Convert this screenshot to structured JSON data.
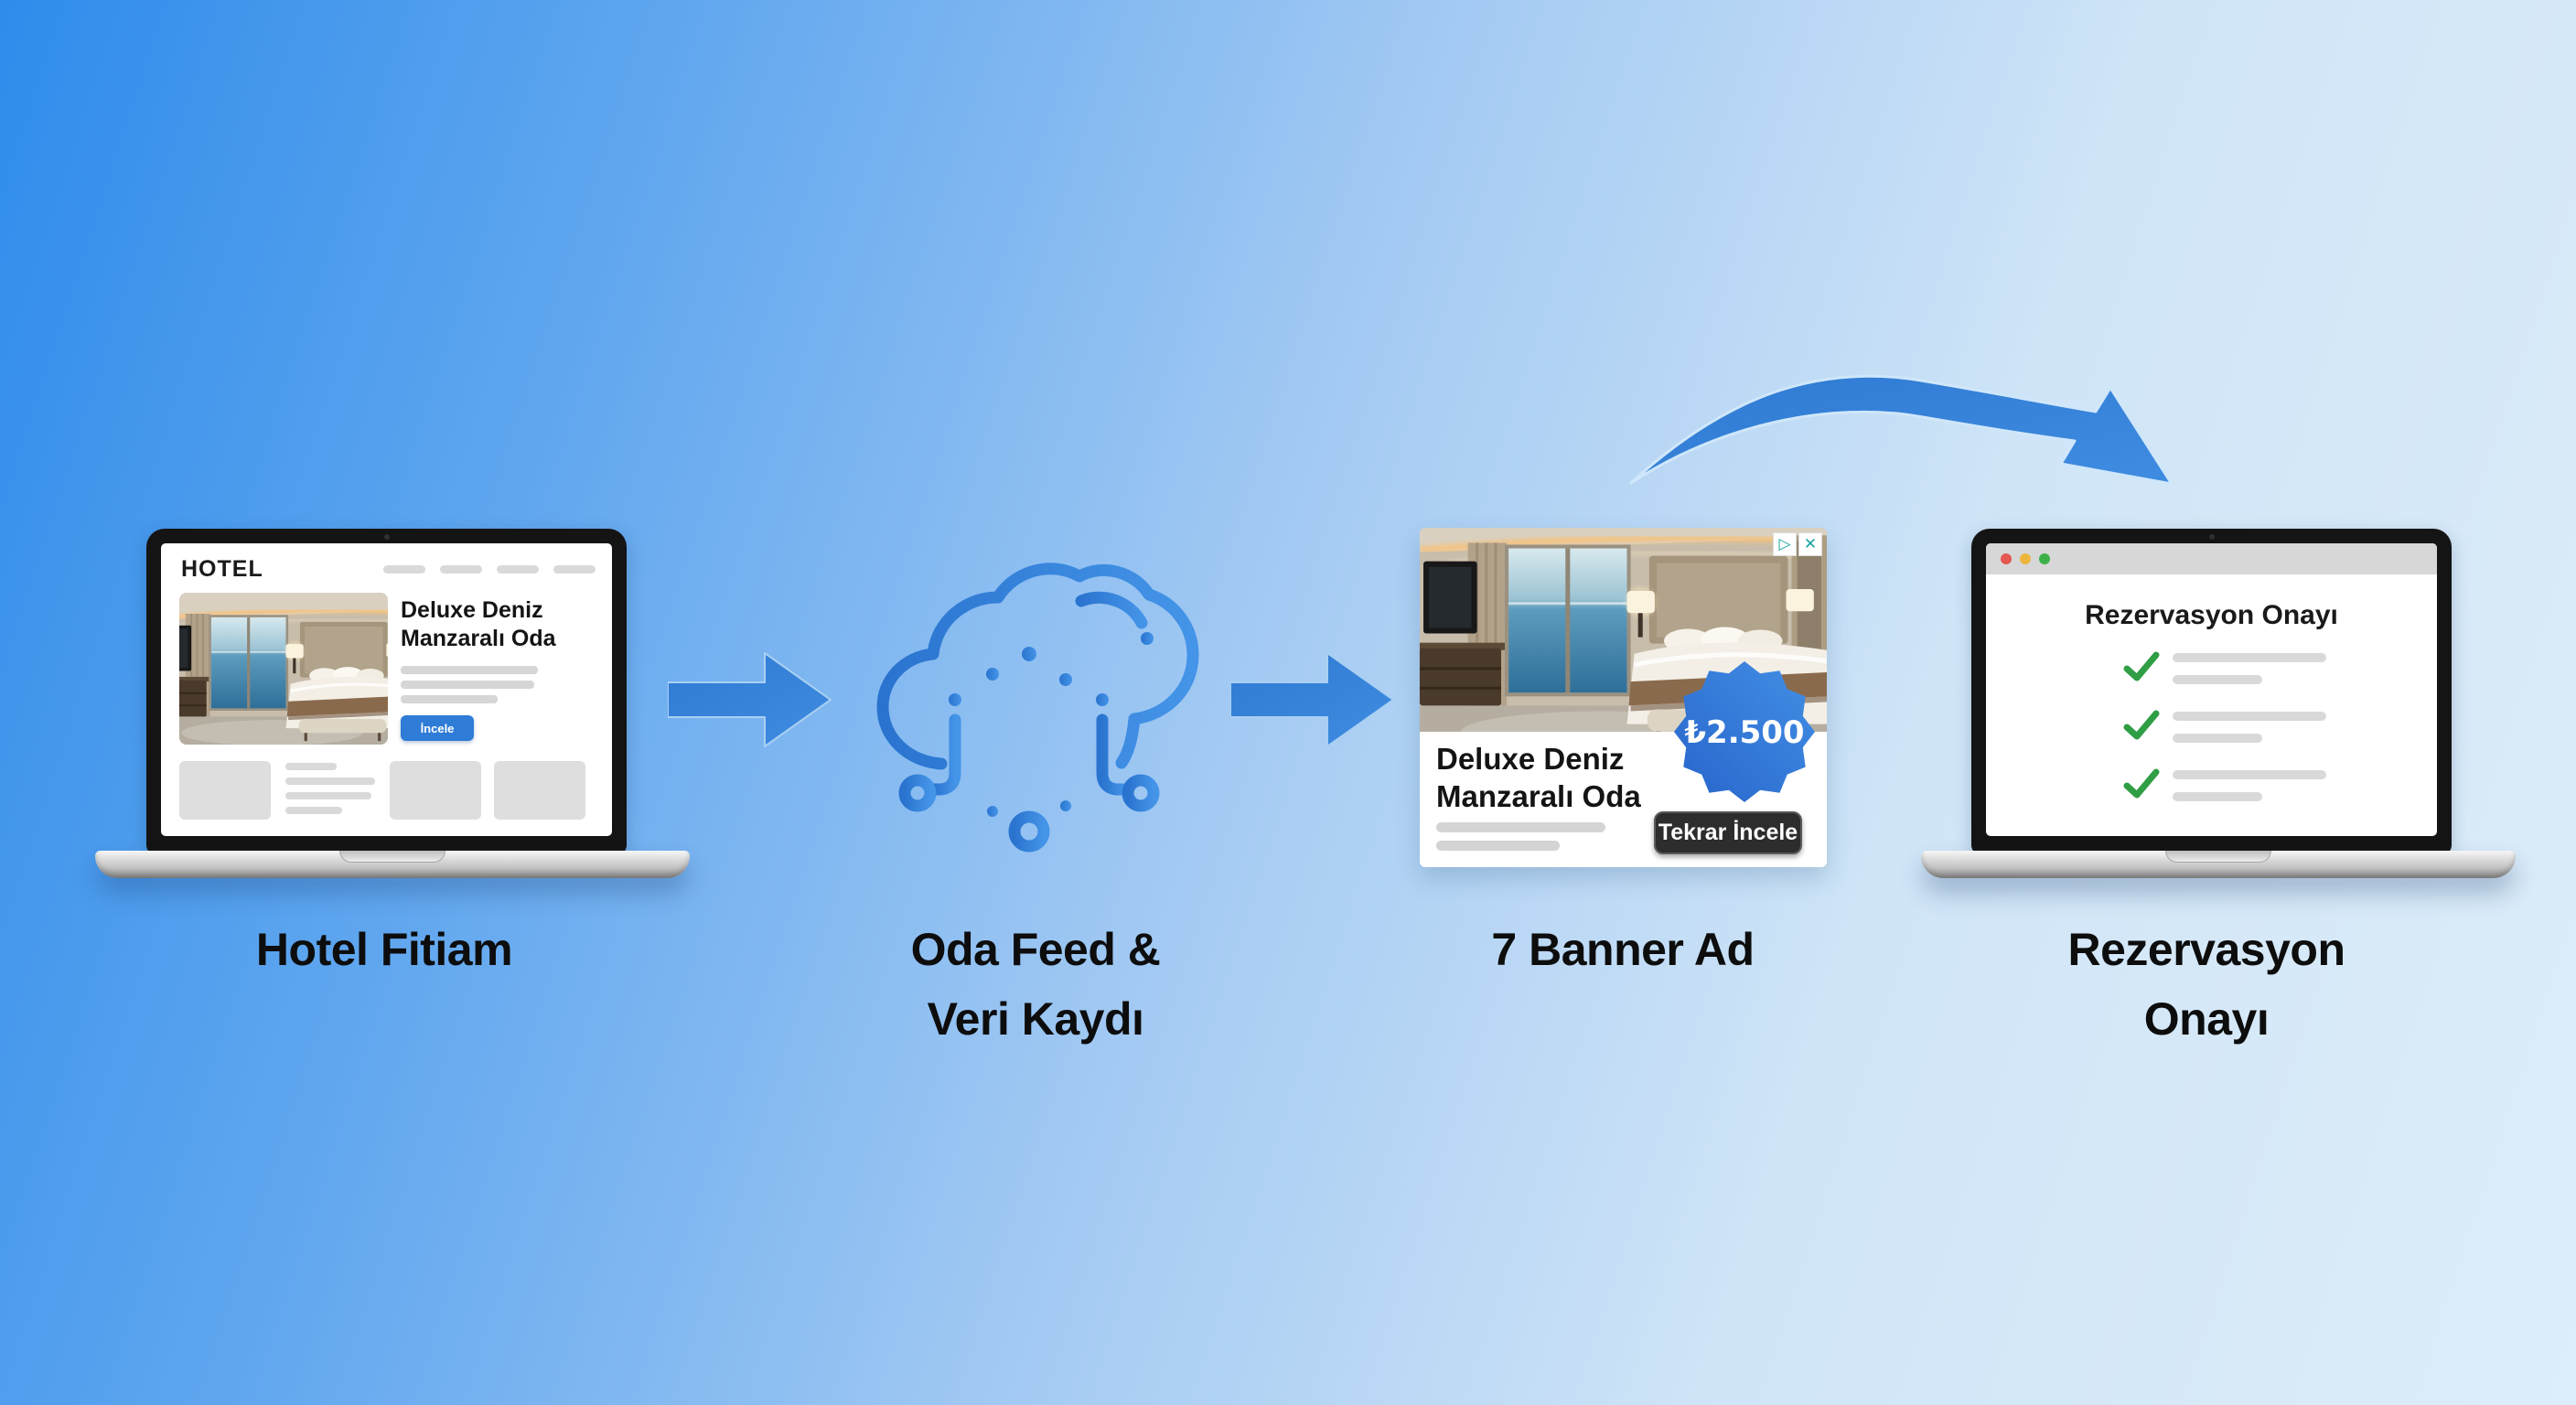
{
  "colors": {
    "accent_blue": "#2f7ed8",
    "badge_blue": "#2e6fd2",
    "cta_blue": "#2e7cd6",
    "cta_dark": "#2d2d2d",
    "success_green": "#2f9e44",
    "background_start": "#2f8ceb",
    "background_end": "#ddedf9"
  },
  "stages": {
    "hotel_site": {
      "label": "Hotel Fitiam",
      "logo": "HOTEL",
      "room_title_line1": "Deluxe Deniz",
      "room_title_line2": "Manzaralı Oda",
      "cta": "İncele"
    },
    "feed": {
      "label_line1": "Oda Feed &",
      "label_line2": "Veri Kaydı",
      "icon": "cloud-data-icon"
    },
    "banner": {
      "label": "7 Banner Ad",
      "price": "₺2.500",
      "title_line1": "Deluxe Deniz",
      "title_line2": "Manzaralı Oda",
      "cta": "Tekrar İncele",
      "adchoices_glyph": "▷",
      "close_glyph": "✕"
    },
    "confirmation": {
      "label_line1": "Rezervasyon",
      "label_line2": "Onayı",
      "page_title": "Rezervasyon Onayı",
      "check_items": 3
    }
  },
  "connectors": {
    "arrow1": "arrow-right-icon",
    "arrow2": "arrow-right-icon",
    "arrow3": "curved-arrow-right-icon"
  }
}
